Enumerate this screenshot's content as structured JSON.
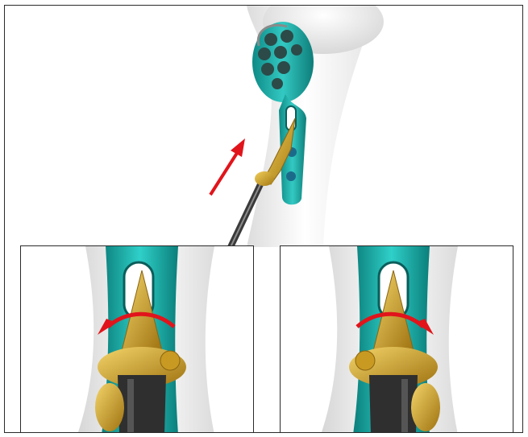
{
  "figure": {
    "description_labels": [],
    "colors": {
      "bone": "#f2f2f0",
      "plate": "#1fb5b0",
      "plate_dark": "#0e7d79",
      "gold": "#d9a82a",
      "gold_dark": "#a37812",
      "arrow": "#e1141b",
      "frame": "#2a2a2a",
      "shaft": "#3a3a3a"
    },
    "panels": [
      {
        "name": "main",
        "arrow": "insertion-arrow-up-right"
      },
      {
        "name": "inset-left",
        "arrow": "rotation-arrow-counterclockwise"
      },
      {
        "name": "inset-right",
        "arrow": "rotation-arrow-clockwise"
      }
    ]
  }
}
